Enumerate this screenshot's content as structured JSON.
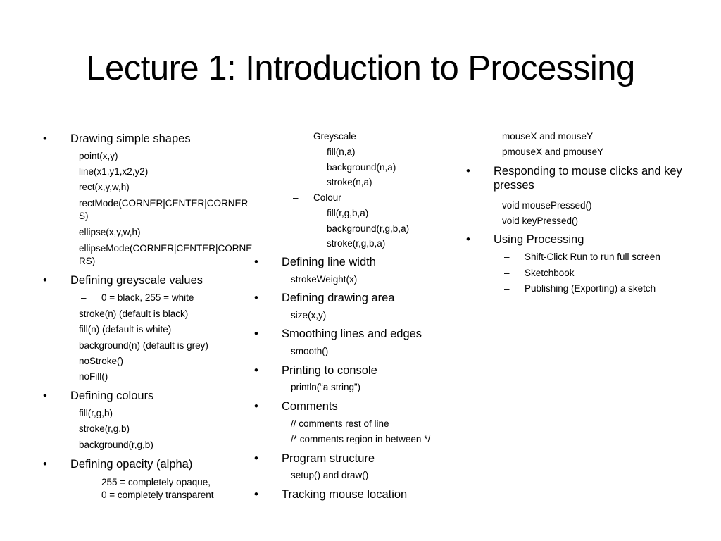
{
  "slide": {
    "title": "Lecture 1: Introduction to Processing"
  },
  "col1": {
    "drawing_shapes": "Drawing simple shapes",
    "point": "point(x,y)",
    "line": "line(x1,y1,x2,y2)",
    "rect": "rect(x,y,w,h)",
    "rectmode": "rectMode(CORNER|CENTER|CORNERS)",
    "ellipse": "ellipse(x,y,w,h)",
    "ellipsemode": "ellipseMode(CORNER|CENTER|CORNERS)",
    "greyscale_values": "Defining greyscale values",
    "black_white": "0 = black, 255 = white",
    "stroke_n": "stroke(n) (default is black)",
    "fill_n": "fill(n) (default is white)",
    "background_n": "background(n) (default is grey)",
    "nostroke": "noStroke()",
    "nofill": "noFill()",
    "colours": "Defining colours",
    "fill_rgb": "fill(r,g,b)",
    "stroke_rgb": "stroke(r,g,b)",
    "background_rgb": "background(r,g,b)",
    "opacity": "Defining opacity (alpha)",
    "opacity_note_1": "255 = completely opaque,",
    "opacity_note_2": "0 = completely transparent"
  },
  "col2": {
    "greyscale": "Greyscale",
    "fill_na": "fill(n,a)",
    "background_na": "background(n,a)",
    "stroke_na": "stroke(n,a)",
    "colour": "Colour",
    "fill_rgba": "fill(r,g,b,a)",
    "background_rgba": "background(r,g,b,a)",
    "stroke_rgba": "stroke(r,g,b,a)",
    "line_width": "Defining line width",
    "strokeweight": "strokeWeight(x)",
    "drawing_area": "Defining drawing area",
    "size": "size(x,y)",
    "smoothing": "Smoothing lines and edges",
    "smooth": "smooth()",
    "printing": "Printing to console",
    "println": "println(“a string”)",
    "comments": "Comments",
    "comment_line": "// comments rest of line",
    "comment_region": "/* comments region in between */",
    "program_structure": "Program structure",
    "setup_draw": "setup() and draw()",
    "tracking_mouse": "Tracking mouse location"
  },
  "col3": {
    "mousexy": "mouseX and mouseY",
    "pmousexy": "pmouseX and pmouseY",
    "mouse_clicks": "Responding to mouse clicks and key presses",
    "mousepressed": "void mousePressed()",
    "keypressed": "void keyPressed()",
    "using_processing": "Using Processing",
    "shift_click": "Shift-Click Run to run full screen",
    "sketchbook": "Sketchbook",
    "publishing": "Publishing (Exporting) a sketch"
  }
}
